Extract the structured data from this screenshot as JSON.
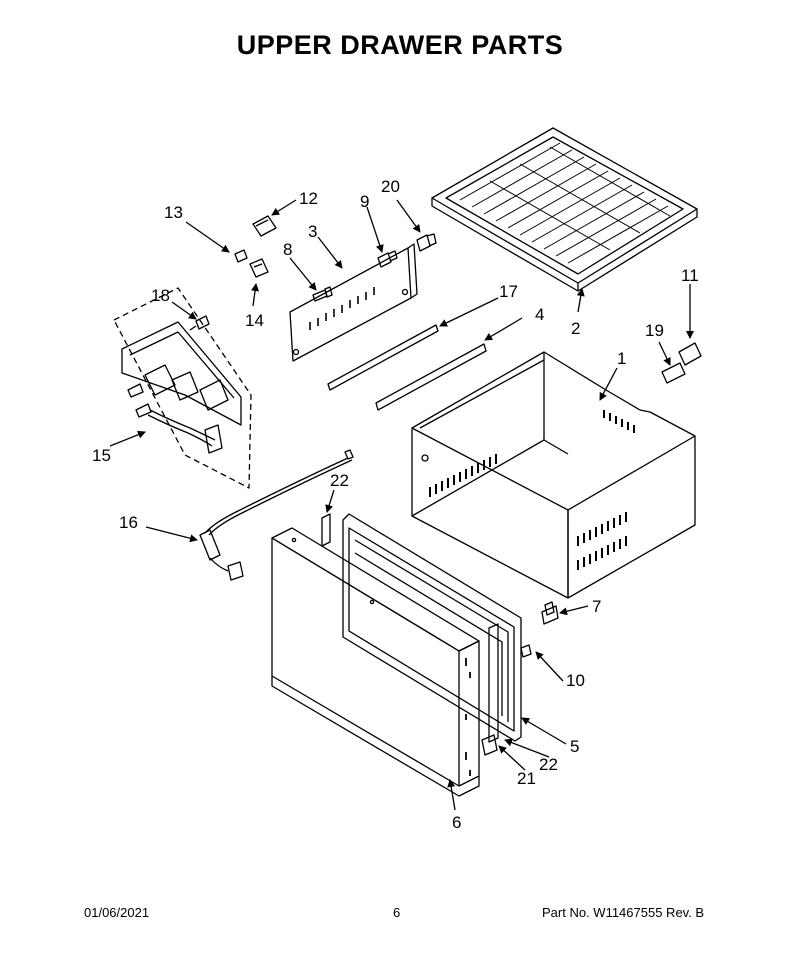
{
  "title": "UPPER DRAWER PARTS",
  "callouts": {
    "c1": "1",
    "c2": "2",
    "c3": "3",
    "c4": "4",
    "c5": "5",
    "c6": "6",
    "c7": "7",
    "c8": "8",
    "c9": "9",
    "c10": "10",
    "c11": "11",
    "c12": "12",
    "c13": "13",
    "c14": "14",
    "c15": "15",
    "c16": "16",
    "c17": "17",
    "c18": "18",
    "c19": "19",
    "c20": "20",
    "c21": "21",
    "c22a": "22",
    "c22b": "22"
  },
  "footer": {
    "date": "01/06/2021",
    "page": "6",
    "part": "Part No.  W11467555  Rev.  B"
  }
}
